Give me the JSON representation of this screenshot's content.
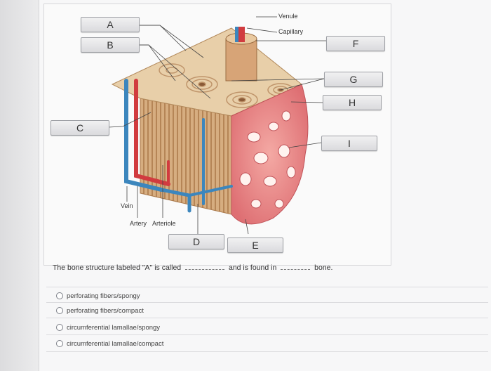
{
  "figure": {
    "labels": {
      "A": "A",
      "B": "B",
      "C": "C",
      "D": "D",
      "E": "E",
      "F": "F",
      "G": "G",
      "H": "H",
      "I": "I"
    },
    "structure_labels": {
      "venule": "Venule",
      "capillary": "Capillary",
      "vein": "Vein",
      "artery": "Artery",
      "arteriole": "Arteriole"
    }
  },
  "question": {
    "prefix": "The bone structure labeled \"A\" is called",
    "middle": "and is found in",
    "suffix": "bone."
  },
  "options": [
    {
      "label": "perforating fibers/spongy"
    },
    {
      "label": "perforating fibers/compact"
    },
    {
      "label": "circumferential lamallae/spongy"
    },
    {
      "label": "circumferential lamallae/compact"
    }
  ],
  "colors": {
    "bone_tan": "#d9b58c",
    "spongy_pink": "#e77f80",
    "vein_blue": "#3c86bd",
    "artery_red": "#d13b3f"
  }
}
